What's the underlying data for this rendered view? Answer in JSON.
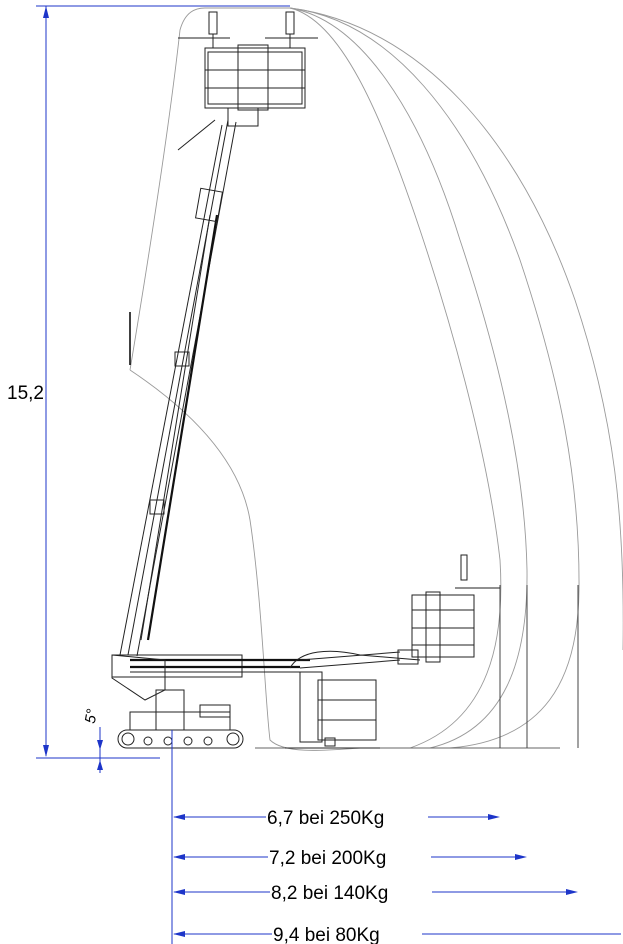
{
  "height_dimension": {
    "value": "15,2"
  },
  "tilt_angle": {
    "label": "5°"
  },
  "reach_dimensions": [
    {
      "label": "6,7 bei 250Kg"
    },
    {
      "label": "7,2 bei 200Kg"
    },
    {
      "label": "8,2 bei 140Kg"
    },
    {
      "label": "9,4 bei 80Kg"
    }
  ],
  "colors": {
    "dimension_line": "#1d35c9",
    "envelope_line": "#9a9a9a",
    "machine_line": "#222222"
  }
}
